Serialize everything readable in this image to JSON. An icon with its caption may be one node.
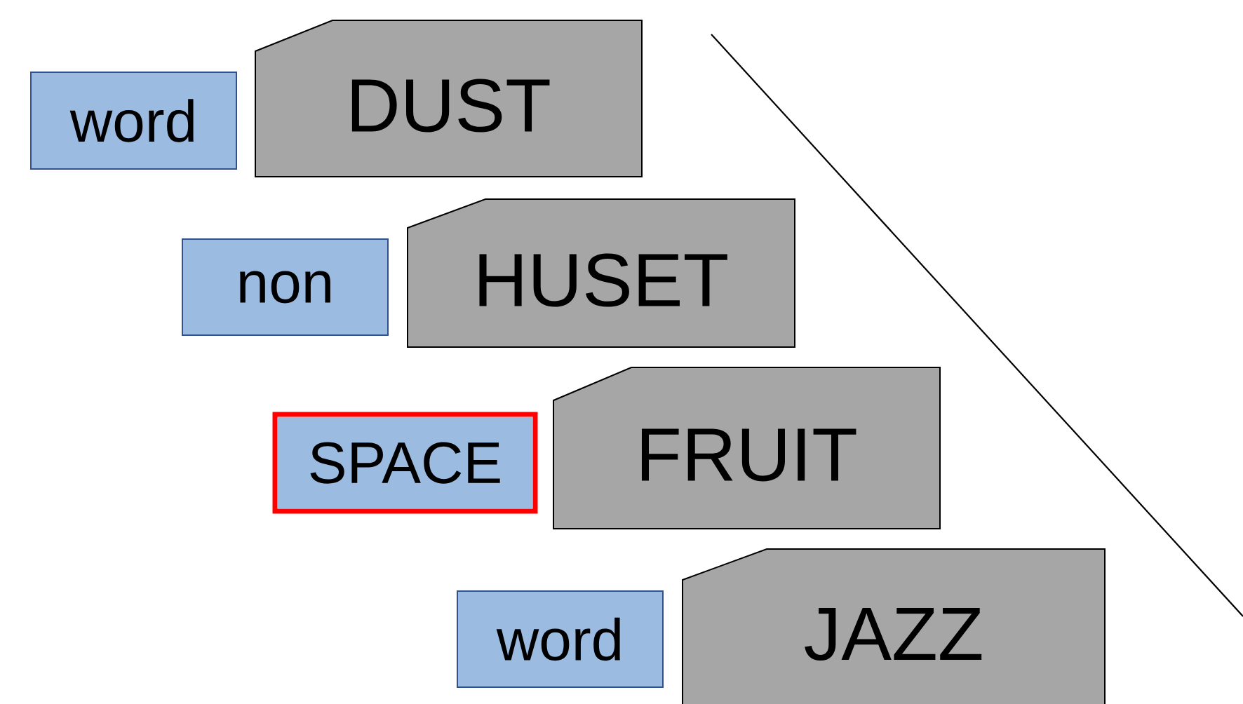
{
  "diagram": {
    "nodes": [
      {
        "text": [
          "word"
        ]
      },
      {
        "text": [
          "DUST"
        ]
      },
      {
        "text": [
          "non"
        ]
      },
      {
        "text": [
          "HUSET"
        ]
      },
      {
        "text": [
          "SPACE"
        ]
      },
      {
        "text": [
          "FRUIT"
        ]
      },
      {
        "text": [
          "word"
        ]
      },
      {
        "text": [
          "JAZZ"
        ]
      }
    ]
  }
}
